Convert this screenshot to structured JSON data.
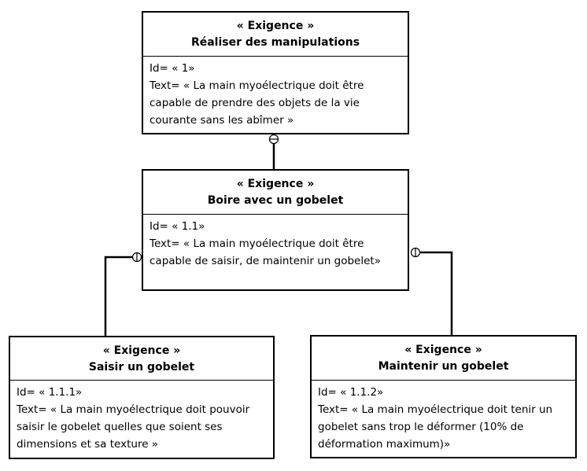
{
  "blocks": {
    "root": {
      "stereotype": "« Exigence »",
      "name": "Réaliser des manipulations",
      "id_line": "Id= « 1»",
      "text_lines": [
        "Text= « La main myoélectrique doit être",
        "capable de prendre des objets de la vie",
        "courante sans les abîmer »"
      ]
    },
    "drink": {
      "stereotype": "« Exigence »",
      "name": "Boire avec un gobelet",
      "id_line": "Id= « 1.1»",
      "text_lines": [
        "Text= « La main myoélectrique doit être",
        "capable de saisir, de maintenir un gobelet»"
      ]
    },
    "grab": {
      "stereotype": "« Exigence »",
      "name": "Saisir un gobelet",
      "id_line": "Id= « 1.1.1»",
      "text_lines": [
        "Text= « La main myoélectrique doit pouvoir",
        "saisir le gobelet quelles que soient ses",
        "dimensions et sa texture »"
      ]
    },
    "hold": {
      "stereotype": "« Exigence »",
      "name": "Maintenir un gobelet",
      "id_line": "Id= « 1.1.2»",
      "text_lines": [
        "Text= « La main myoélectrique doit tenir un",
        "gobelet sans trop le déformer (10% de",
        "déformation maximum)»"
      ]
    }
  },
  "relations": [
    {
      "from": "drink",
      "to": "root",
      "type": "containment"
    },
    {
      "from": "grab",
      "to": "drink",
      "type": "containment"
    },
    {
      "from": "hold",
      "to": "drink",
      "type": "containment"
    }
  ]
}
